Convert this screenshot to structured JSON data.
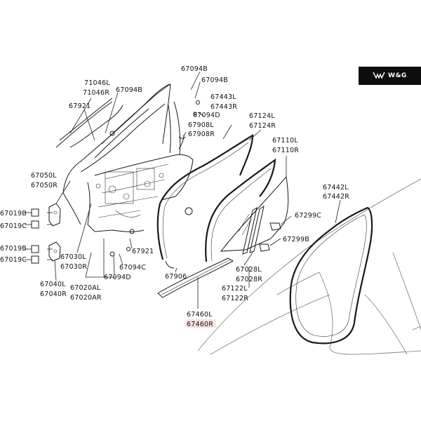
{
  "brand": {
    "label": "W&G",
    "icon": "wings-logo-icon",
    "background": "#0d0d0d"
  },
  "highlight_color": "#fde2e2",
  "labels": {
    "p67094B_top": "67094B",
    "p67094B_top2": "67094B",
    "p71046L": "71046L",
    "p71046R": "71046R",
    "p67094B_left": "67094B",
    "p67443L": "67443L",
    "p67443R": "67443R",
    "p67094D_top": "67094D",
    "p67921_top": "67921",
    "p67908L": "67908L",
    "p67908R": "67908R",
    "p67124L": "67124L",
    "p67124R": "67124R",
    "p67110L": "67110L",
    "p67110R": "67110R",
    "p67050L": "67050L",
    "p67050R": "67050R",
    "p67442L": "67442L",
    "p67442R": "67442R",
    "p67299C": "67299C",
    "p67299B": "67299B",
    "p67019B_1": "67019B",
    "p67019C_1": "67019C",
    "p67019B_2": "67019B",
    "p67019C_2": "67019C",
    "p67921_mid": "67921",
    "p67030L": "67030L",
    "p67030R": "67030R",
    "p67094C": "67094C",
    "p67906": "67906",
    "p67028L": "67028L",
    "p67028R": "67028R",
    "p67040L": "67040L",
    "p67040R": "67040R",
    "p67094D_low": "67094D",
    "p67122L": "67122L",
    "p67122R": "67122R",
    "p67020AL": "67020AL",
    "p67020AR": "67020AR",
    "p67460L": "67460L",
    "p67460R": "67460R"
  }
}
